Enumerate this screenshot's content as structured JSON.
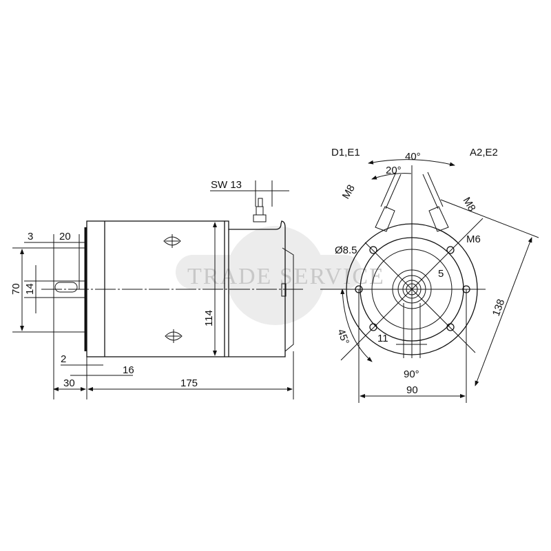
{
  "watermark": "TRADE SERVICE",
  "side_view": {
    "dims": {
      "wrench": "SW 13",
      "d3": "3",
      "d20": "20",
      "d70": "70",
      "d14": "14",
      "d114": "114",
      "d2": "2",
      "d16": "16",
      "d30": "30",
      "d175": "175"
    }
  },
  "end_view": {
    "labels": {
      "term_left": "D1,E1",
      "term_right": "A2,E2",
      "a40": "40°",
      "a20": "20°",
      "m8_left": "M8",
      "m8_right": "M8",
      "m6": "M6",
      "dia": "Ø8.5",
      "d5": "5",
      "a45": "45°",
      "d11": "11",
      "a90": "90°",
      "d138": "138",
      "d90": "90"
    }
  }
}
